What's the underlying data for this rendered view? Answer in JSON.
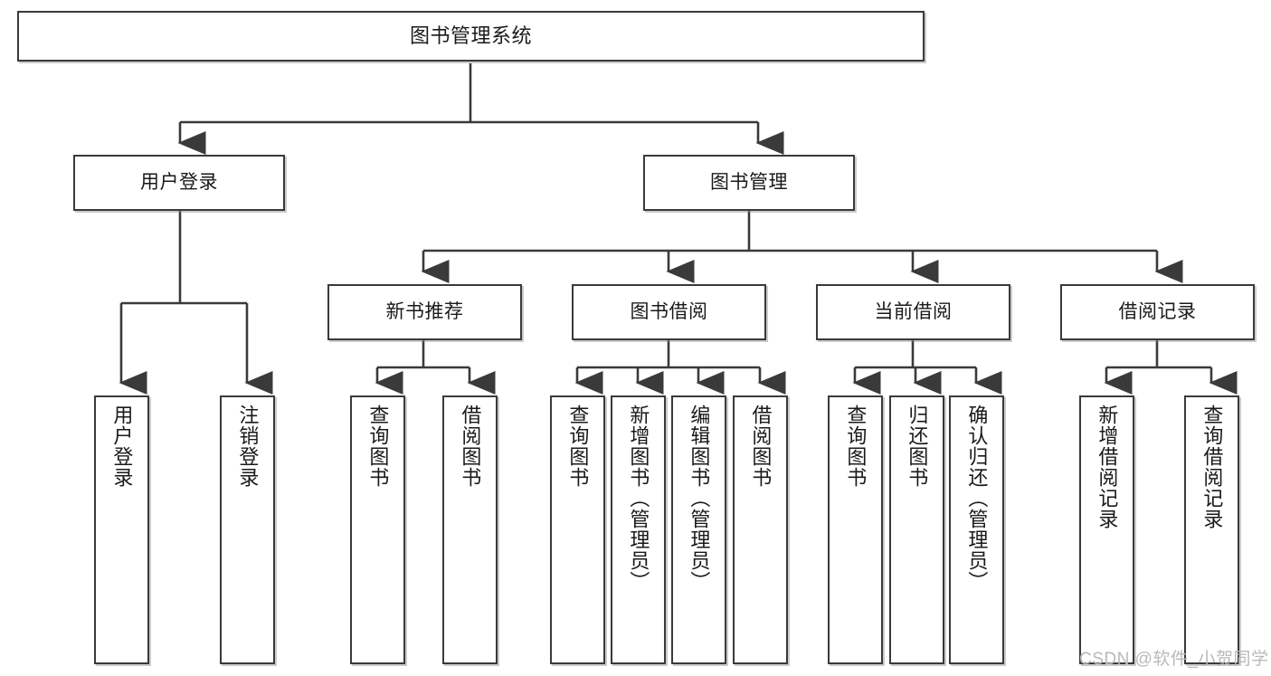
{
  "diagram": {
    "title": "图书管理系统",
    "type": "tree-hierarchy-diagram",
    "watermark": "CSDN @软件_小贺同学",
    "nodes": {
      "root": {
        "label": "图书管理系统"
      },
      "level2": [
        {
          "label": "用户登录"
        },
        {
          "label": "图书管理"
        }
      ],
      "level3": [
        {
          "label": "新书推荐"
        },
        {
          "label": "图书借阅"
        },
        {
          "label": "当前借阅"
        },
        {
          "label": "借阅记录"
        }
      ],
      "leaves_user_login": [
        {
          "label": "用户登录"
        },
        {
          "label": "注销登录"
        }
      ],
      "leaves_new_book": [
        {
          "label": "查询图书"
        },
        {
          "label": "借阅图书"
        }
      ],
      "leaves_book_borrow": [
        {
          "label": "查询图书"
        },
        {
          "label": "新增图书（管理员）"
        },
        {
          "label": "编辑图书（管理员）"
        },
        {
          "label": "借阅图书"
        }
      ],
      "leaves_current_borrow": [
        {
          "label": "查询图书"
        },
        {
          "label": "归还图书"
        },
        {
          "label": "确认归还（管理员）"
        }
      ],
      "leaves_borrow_record": [
        {
          "label": "新增借阅记录"
        },
        {
          "label": "查询借阅记录"
        }
      ]
    },
    "colors": {
      "stroke": "#3a3a3a",
      "fill": "#ffffff",
      "text": "#1a1a1a",
      "watermark": "#b9b9b9"
    }
  }
}
